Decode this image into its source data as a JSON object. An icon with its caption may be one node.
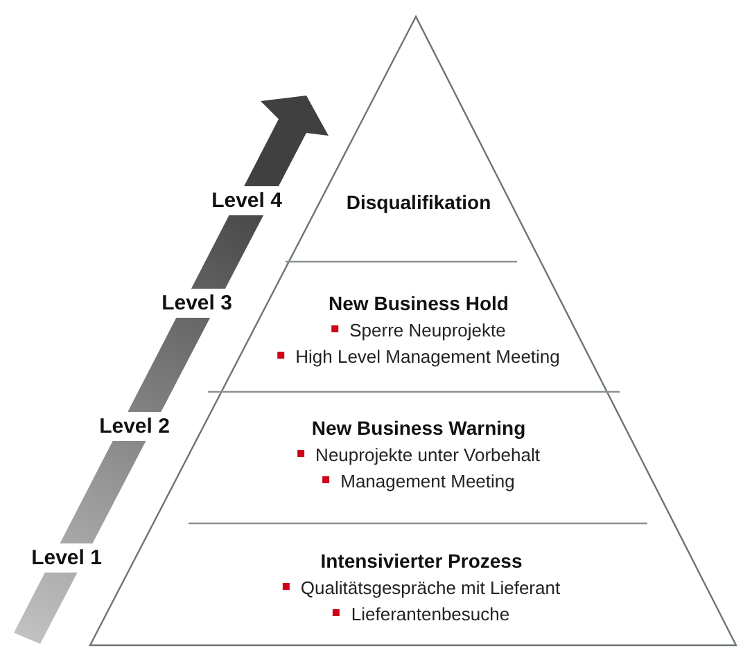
{
  "diagram": {
    "nodes": [
      {
        "text": [
          "Disqualifikation"
        ]
      },
      {
        "text": [
          "New Business Hold",
          "Sperre Neuprojekte",
          "High Level Management Meeting"
        ]
      },
      {
        "text": [
          "New Business Warning",
          "Neuprojekte unter Vorbehalt",
          "Management Meeting"
        ]
      },
      {
        "text": [
          "Intensivierter Prozess",
          "Qualitätsgespräche mit Lieferant",
          "Lieferantenbesuche"
        ]
      }
    ],
    "edges": [],
    "labels": [
      "Level 4",
      "Level 3",
      "Level 2",
      "Level 1"
    ]
  }
}
